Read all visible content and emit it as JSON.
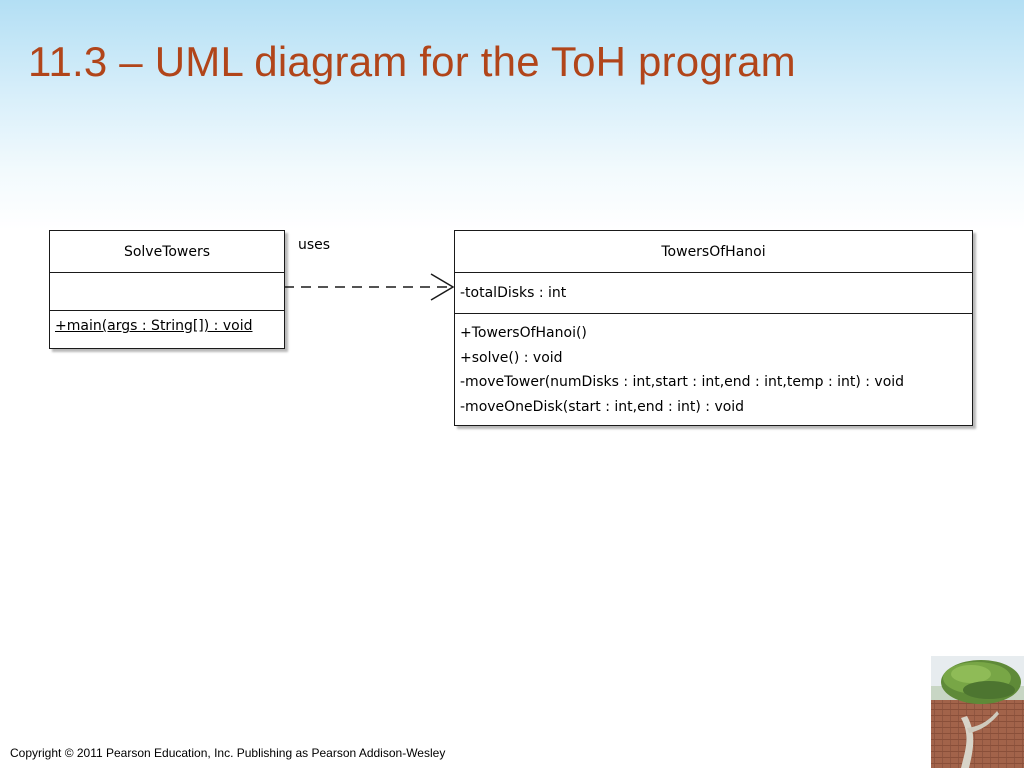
{
  "title": "11.3 – UML diagram for the ToH program",
  "diagram": {
    "classes": [
      {
        "name": "SolveTowers",
        "attributes": [],
        "operations": [
          "+main(args : String[]) : void"
        ]
      },
      {
        "name": "TowersOfHanoi",
        "attributes": [
          "-totalDisks : int"
        ],
        "operations": [
          "+TowersOfHanoi()",
          "+solve() : void",
          "-moveTower(numDisks : int,start : int,end : int,temp : int) : void",
          "-moveOneDisk(start : int,end : int) : void"
        ]
      }
    ],
    "relationship": {
      "label": "uses",
      "from": "SolveTowers",
      "to": "TowersOfHanoi",
      "style": "dashed-open-arrow"
    }
  },
  "footer": "Copyright © 2011 Pearson Education, Inc. Publishing as Pearson Addison-Wesley",
  "colors": {
    "title": "#b1451a",
    "header_gradient_top": "#b3dff4",
    "line": "#1a1a1a"
  },
  "decoration": {
    "image": "topiary-tree-photo"
  }
}
